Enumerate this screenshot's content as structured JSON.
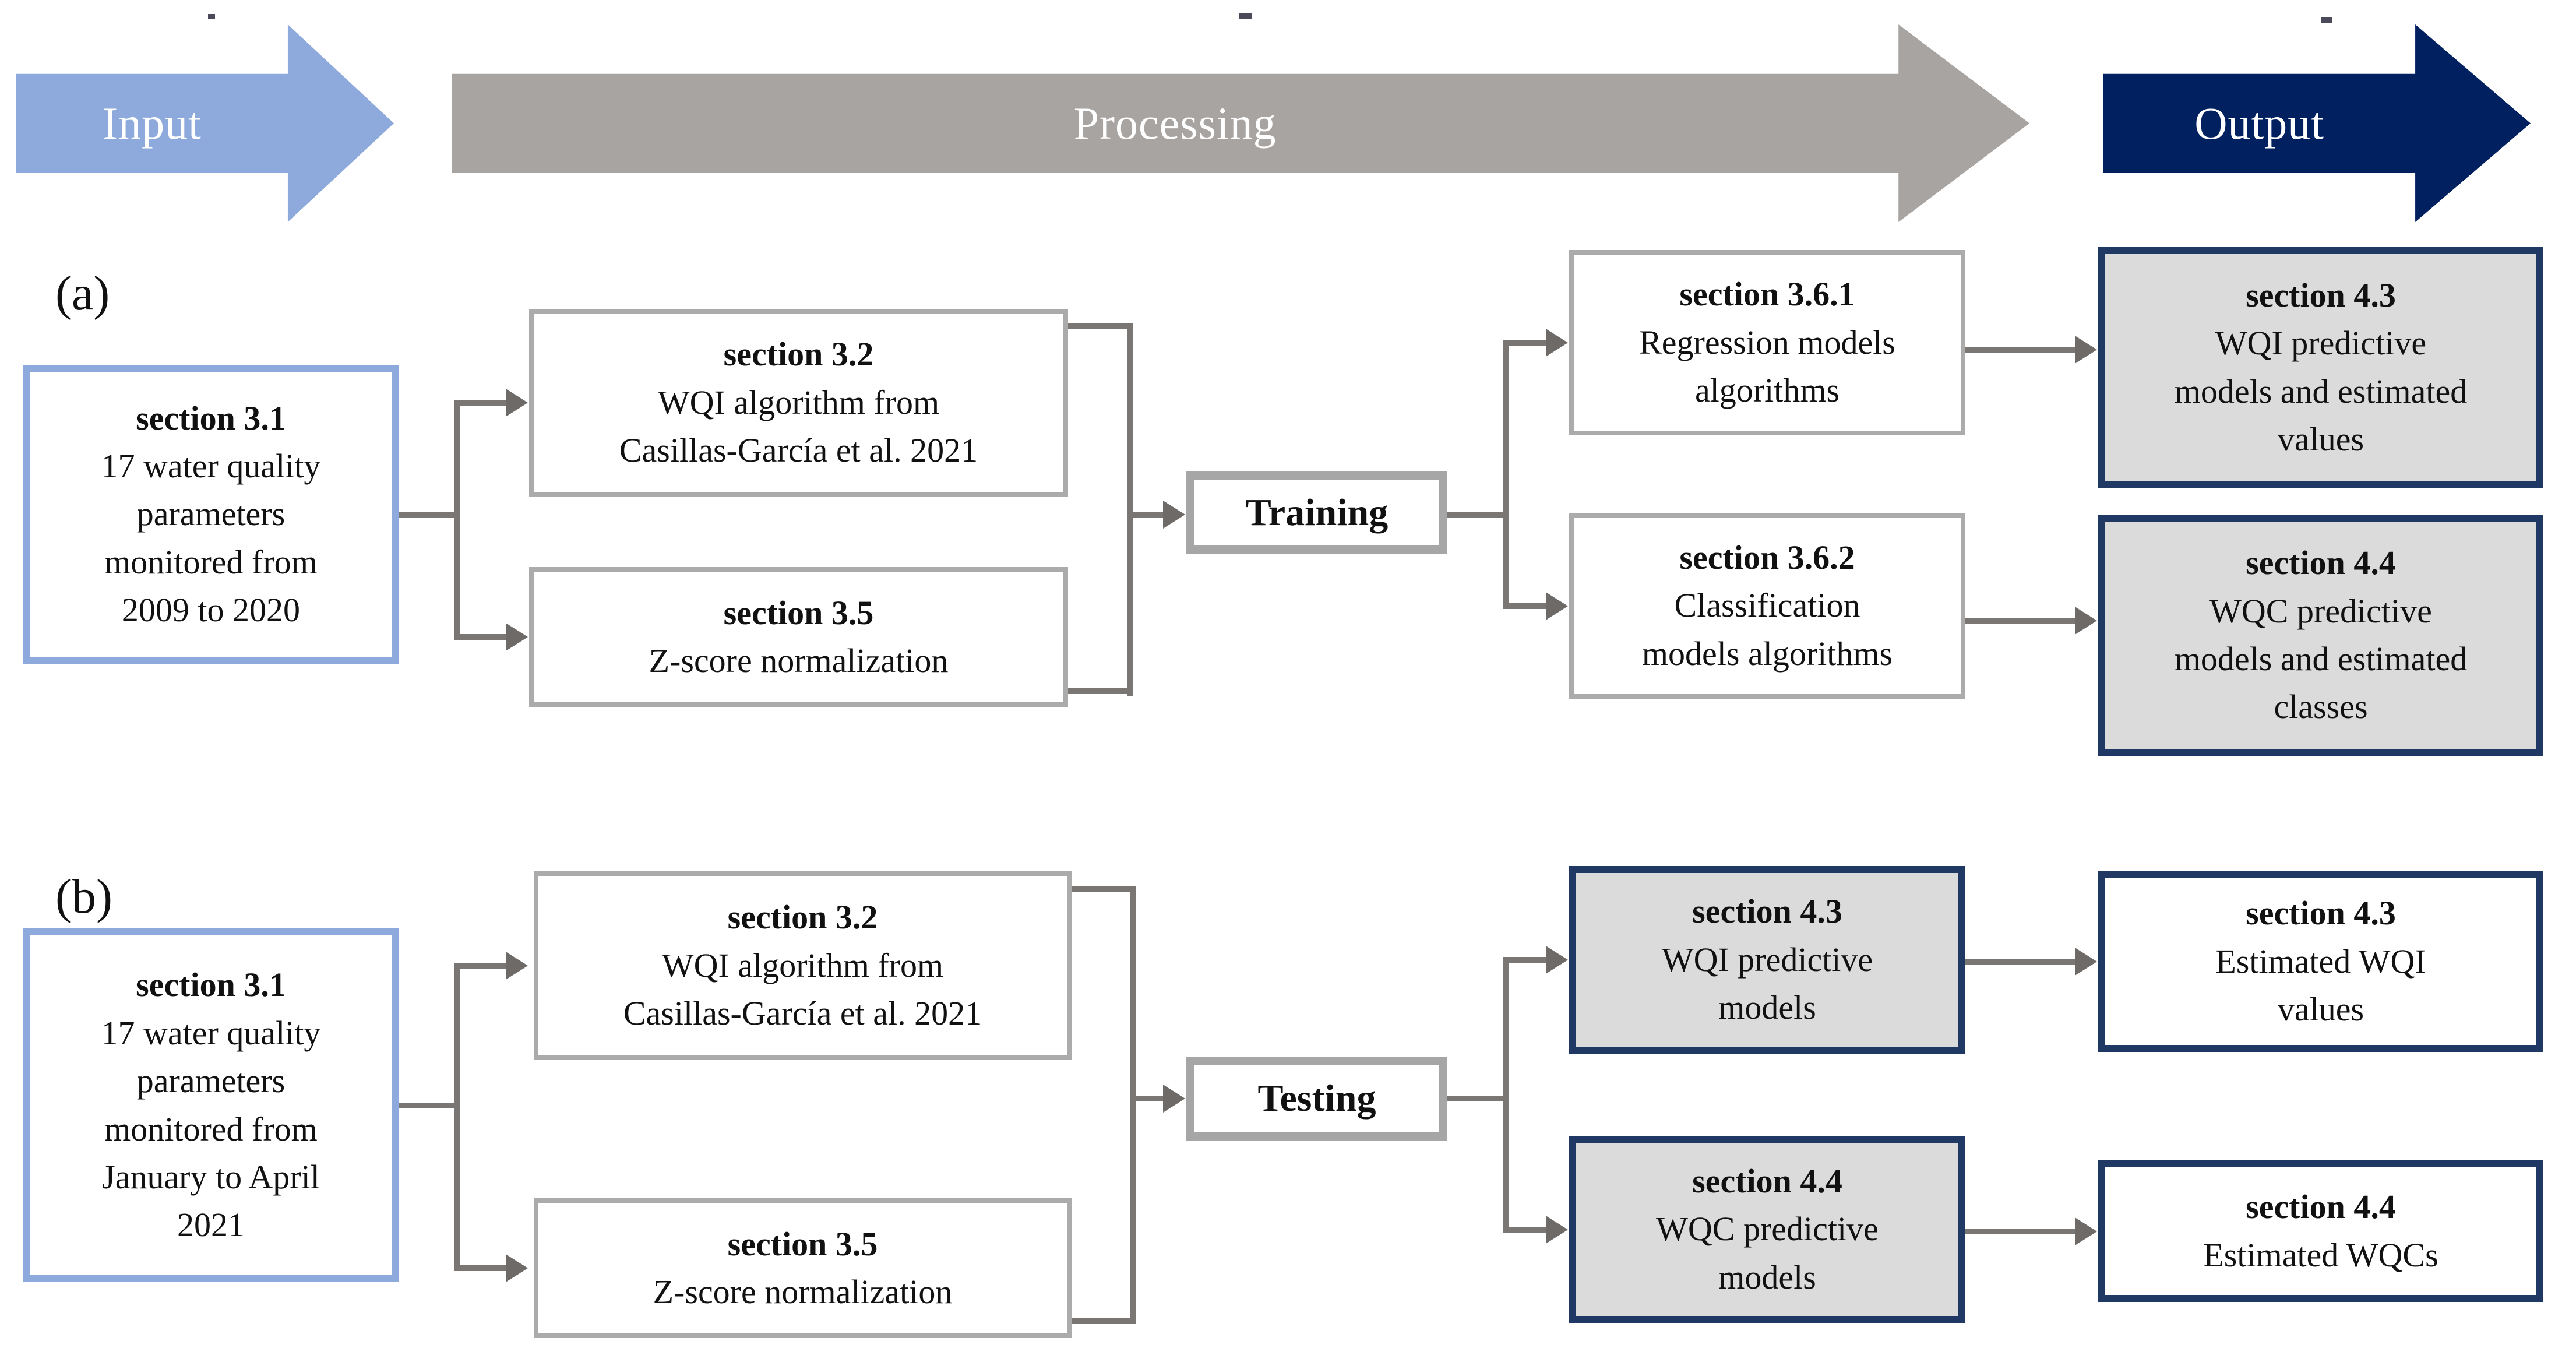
{
  "palette": {
    "input_blue": "#8EA9DC",
    "processing_gray": "#A8A4A2",
    "output_navy": "#002060",
    "navy_border": "#1F3864",
    "gray_box_border": "#ABABAB",
    "process_box_border": "#A6A6A6",
    "gray_fill": "#DBDBDB",
    "connector_gray": "#7A7674",
    "text_black": "#111111",
    "banner_text_white": "#ffffff"
  },
  "banner": {
    "input": {
      "label": "Input",
      "color": "#8EA9DC"
    },
    "processing": {
      "label": "Processing",
      "color": "#A8A4A2"
    },
    "output": {
      "label": "Output",
      "color": "#002060"
    }
  },
  "panel_a": {
    "label": "(a)",
    "input_data": {
      "title": "section 3.1",
      "body": "17 water quality\nparameters\nmonitored from\n2009 to 2020"
    },
    "wqi_algorithm": {
      "title": "section 3.2",
      "body": "WQI algorithm from\nCasillas-García et al. 2021"
    },
    "zscore": {
      "title": "section 3.5",
      "body": "Z-score normalization"
    },
    "process": {
      "label": "Training"
    },
    "regression": {
      "title": "section 3.6.1",
      "body": "Regression models\nalgorithms"
    },
    "classification": {
      "title": "section 3.6.2",
      "body": "Classification\nmodels algorithms"
    },
    "wqi_output": {
      "title": "section 4.3",
      "body": "WQI predictive\nmodels and estimated\nvalues"
    },
    "wqc_output": {
      "title": "section 4.4",
      "body": "WQC predictive\nmodels and estimated\nclasses"
    }
  },
  "panel_b": {
    "label": "(b)",
    "input_data": {
      "title": "section 3.1",
      "body": "17 water quality\nparameters\nmonitored from\nJanuary to April\n2021"
    },
    "wqi_algorithm": {
      "title": "section 3.2",
      "body": "WQI algorithm from\nCasillas-García et al. 2021"
    },
    "zscore": {
      "title": "section 3.5",
      "body": "Z-score normalization"
    },
    "process": {
      "label": "Testing"
    },
    "wqi_models": {
      "title": "section 4.3",
      "body": "WQI predictive\nmodels"
    },
    "wqc_models": {
      "title": "section 4.4",
      "body": "WQC predictive\nmodels"
    },
    "wqi_estimates": {
      "title": "section 4.3",
      "body": "Estimated WQI\nvalues"
    },
    "wqc_estimates": {
      "title": "section 4.4",
      "body": "Estimated WQCs"
    }
  }
}
